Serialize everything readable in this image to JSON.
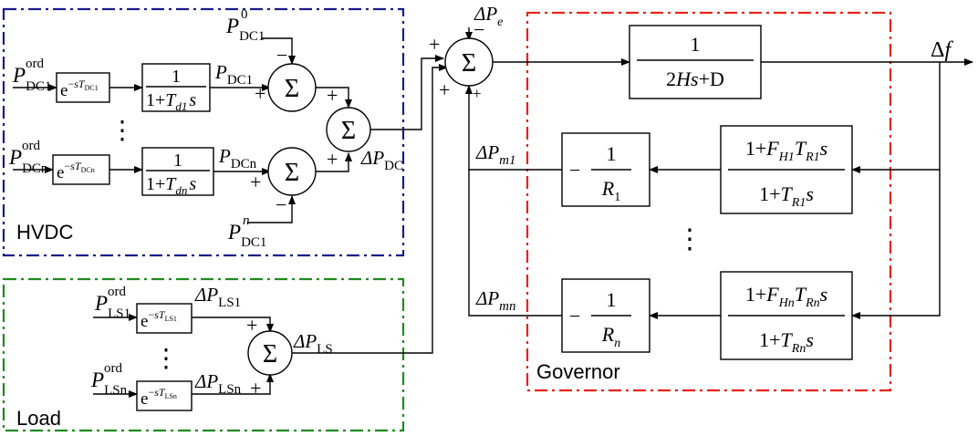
{
  "groups": {
    "hvdc": {
      "label": "HVDC",
      "color": "#1a1a8c"
    },
    "load": {
      "label": "Load",
      "color": "#1e8a1e"
    },
    "governor": {
      "label": "Governor",
      "color": "#e8231a"
    }
  },
  "signals": {
    "P": "P",
    "DP": "ΔP",
    "ord": "ord",
    "sup_zero": "0",
    "sup_n": "n",
    "DC1": "DC1",
    "DCn": "DCn",
    "DC": "DC",
    "LS1": "LS1",
    "LSn": "LSn",
    "LS": "LS",
    "e": "e",
    "m1": "m1",
    "mn": "mn",
    "df_delta": "Δ",
    "df_f": "f"
  },
  "symbols": {
    "sum": "Σ",
    "plus": "+",
    "minus": "−",
    "dots": "⋮"
  },
  "blocks": {
    "delay": {
      "e": "e",
      "neg": "−",
      "s": "s",
      "T": "T",
      "sub_DC1": "DC1",
      "sub_DCn": "DCn",
      "sub_LS1": "LS1",
      "sub_LSn": "LSn"
    },
    "lag": {
      "num": "1",
      "one_plus": "1+",
      "T": "T",
      "sub_d1": "d1",
      "sub_dn": "dn",
      "s": "s"
    },
    "inertia": {
      "num": "1",
      "two": "2",
      "H": "H",
      "s": "s",
      "plus_D": "+D"
    },
    "droop": {
      "neg": "−",
      "num": "1",
      "R": "R",
      "sub_1": "1",
      "sub_n": "n"
    },
    "reheat": {
      "one_plus": "1+",
      "F": "F",
      "T": "T",
      "s": "s",
      "sub_H1": "H1",
      "sub_R1": "R1",
      "sub_Hn": "Hn",
      "sub_Rn": "Rn"
    }
  }
}
